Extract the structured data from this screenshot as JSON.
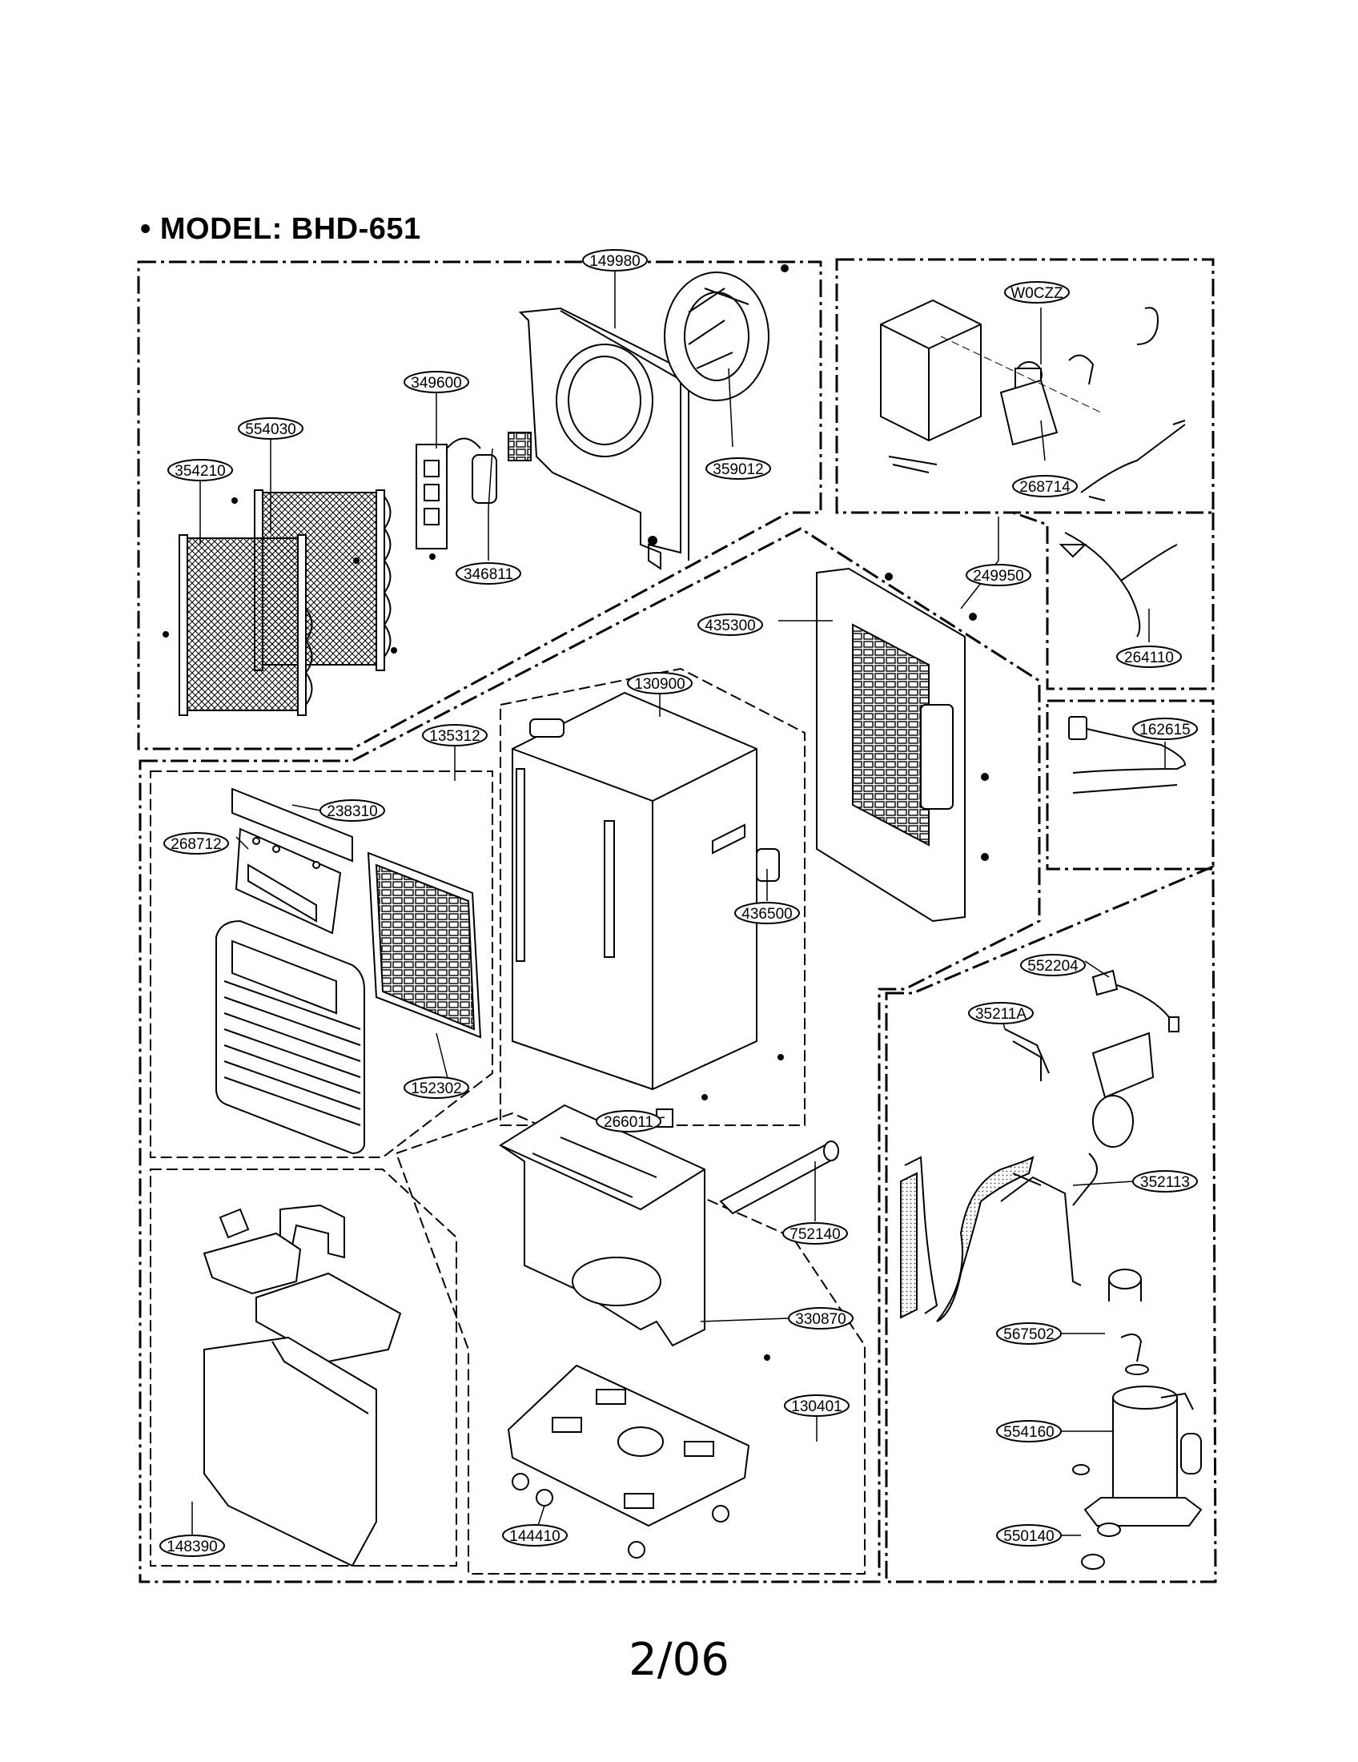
{
  "title": "• MODEL: BHD-651",
  "page": "2/06",
  "parts": {
    "p149980": "149980",
    "p349600": "349600",
    "p554030": "554030",
    "p354210": "354210",
    "p346811": "346811",
    "p359012": "359012",
    "pW0CZZ": "W0CZZ",
    "p268714": "268714",
    "p249950": "249950",
    "p264110": "264110",
    "p435300": "435300",
    "p130900": "130900",
    "p135312": "135312",
    "p238310": "238310",
    "p268712": "268712",
    "p436500": "436500",
    "p152302": "152302",
    "p162615": "162615",
    "p552204": "552204",
    "p35211A": "35211A",
    "p266011": "266011",
    "p352113": "352113",
    "p752140": "752140",
    "p330870": "330870",
    "p567502": "567502",
    "p130401": "130401",
    "p554160": "554160",
    "p148390": "148390",
    "p144410": "144410",
    "p550140": "550140"
  }
}
